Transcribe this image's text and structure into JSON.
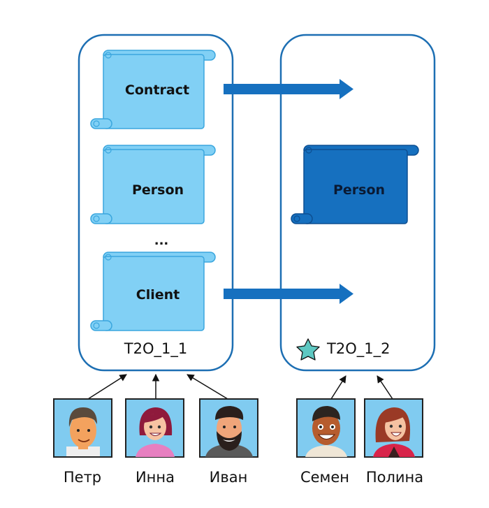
{
  "colors": {
    "container_border": "#1d6fb3",
    "scroll_light_fill": "#81d0f5",
    "scroll_light_stroke": "#3aa6de",
    "scroll_dark_fill": "#1670bf",
    "scroll_dark_stroke": "#0d4f92",
    "arrow": "#1670bf",
    "star": "#5ec8c2",
    "avatar_bg": "#80cbf0",
    "text": "#111111"
  },
  "containers": [
    {
      "id": "left",
      "label": "T2O_1_1",
      "has_star": false,
      "scrolls": [
        {
          "label": "Contract",
          "style": "light"
        },
        {
          "label": "Person",
          "style": "light"
        },
        {
          "label": "Client",
          "style": "light"
        }
      ],
      "ellipsis": "..."
    },
    {
      "id": "right",
      "label": "T2O_1_2",
      "has_star": true,
      "scrolls": [
        {
          "label": "Person",
          "style": "dark"
        }
      ]
    }
  ],
  "flow_arrows": [
    {
      "from": "Contract",
      "to": "T2O_1_2"
    },
    {
      "from": "Client",
      "to": "T2O_1_2"
    }
  ],
  "users": [
    {
      "name": "Петр",
      "container": "T2O_1_1",
      "avatar": "man-short-brown-hair"
    },
    {
      "name": "Инна",
      "container": "T2O_1_1",
      "avatar": "woman-red-bob"
    },
    {
      "name": "Иван",
      "container": "T2O_1_1",
      "avatar": "man-beard"
    },
    {
      "name": "Семен",
      "container": "T2O_1_2",
      "avatar": "man-dark-skin"
    },
    {
      "name": "Полина",
      "container": "T2O_1_2",
      "avatar": "woman-auburn-hair"
    }
  ]
}
